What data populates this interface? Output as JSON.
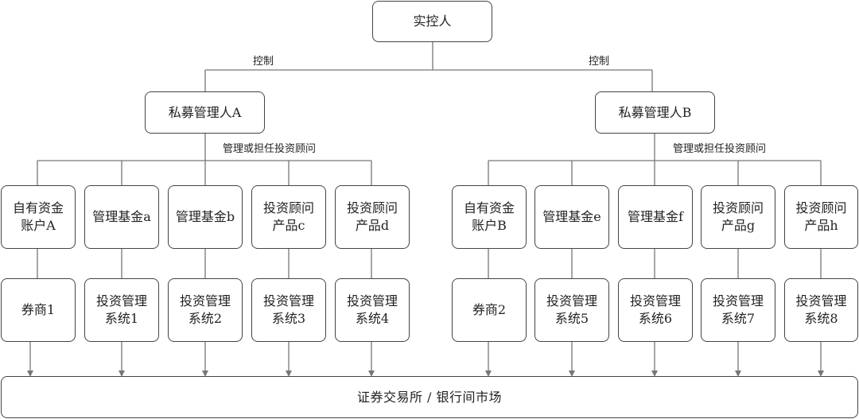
{
  "top": "实控人",
  "control_label": "控制",
  "manage_label": "管理或担任投资顾问",
  "left": {
    "manager": "私募管理人A",
    "products": [
      "自有资金\n账户A",
      "管理基金a",
      "管理基金b",
      "投资顾问\n产品c",
      "投资顾问\n产品d"
    ],
    "systems": [
      "券商1",
      "投资管理\n系统1",
      "投资管理\n系统2",
      "投资管理\n系统3",
      "投资管理\n系统4"
    ]
  },
  "right": {
    "manager": "私募管理人B",
    "products": [
      "自有资金\n账户B",
      "管理基金e",
      "管理基金f",
      "投资顾问\n产品g",
      "投资顾问\n产品h"
    ],
    "systems": [
      "券商2",
      "投资管理\n系统5",
      "投资管理\n系统6",
      "投资管理\n系统7",
      "投资管理\n系统8"
    ]
  },
  "market": "证券交易所 / 银行间市场"
}
